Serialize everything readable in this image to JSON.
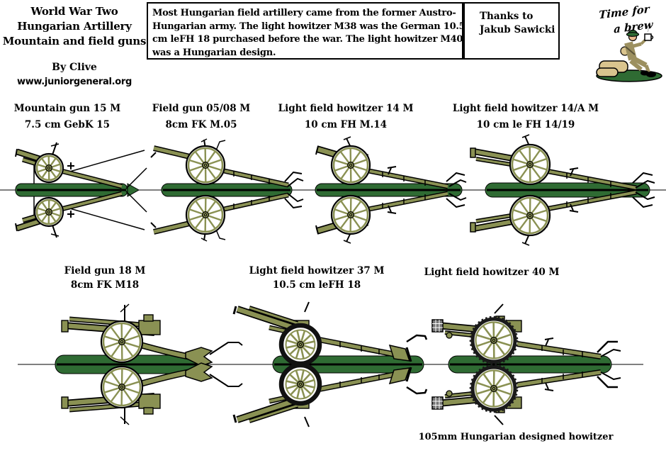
{
  "header": {
    "title_lines": [
      "World War Two",
      "Hungarian Artillery",
      "Mountain and field guns"
    ],
    "byline": "By Clive",
    "website": "www.juniorgeneral.org",
    "description_lines": [
      "Most Hungarian field artillery came from the former Austro-",
      "Hungarian army. The light howitzer M38 was the German 10.5",
      "cm leFH 18 purchased before the war. The light howitzer M40",
      "was a Hungarian design."
    ],
    "thanks_lines": [
      "Thanks to",
      "Jakub Sawicki"
    ],
    "brew_caption_lines": [
      "Time for",
      "a brew"
    ]
  },
  "guns": [
    {
      "name": "Mountain gun 15 M",
      "designation": "7.5 cm GebK 15"
    },
    {
      "name": "Field gun 05/08 M",
      "designation": "8cm FK M.05"
    },
    {
      "name": "Light field howitzer 14 M",
      "designation": "10 cm FH M.14"
    },
    {
      "name": "Light field howitzer 14/A M",
      "designation": "10 cm le FH 14/19"
    },
    {
      "name": "Field gun 18 M",
      "designation": "8cm FK M18"
    },
    {
      "name": "Light field howitzer 37 M",
      "designation": "10.5 cm leFH 18"
    },
    {
      "name": "Light field howitzer 40 M",
      "designation": ""
    }
  ],
  "footnote": "105mm Hungarian designed howitzer",
  "colors": {
    "gun_olive": "#8A9153",
    "gun_olive_dark": "#6E753F",
    "base_green": "#2F6B33",
    "outline": "#000000",
    "tire_black": "#111111",
    "muzzle_brake_grey": "#777777",
    "sandbag_tan": "#D9C48E",
    "uniform_khaki": "#9C9060",
    "flesh": "#E9B98E",
    "mug_white": "#FFFFFF"
  }
}
